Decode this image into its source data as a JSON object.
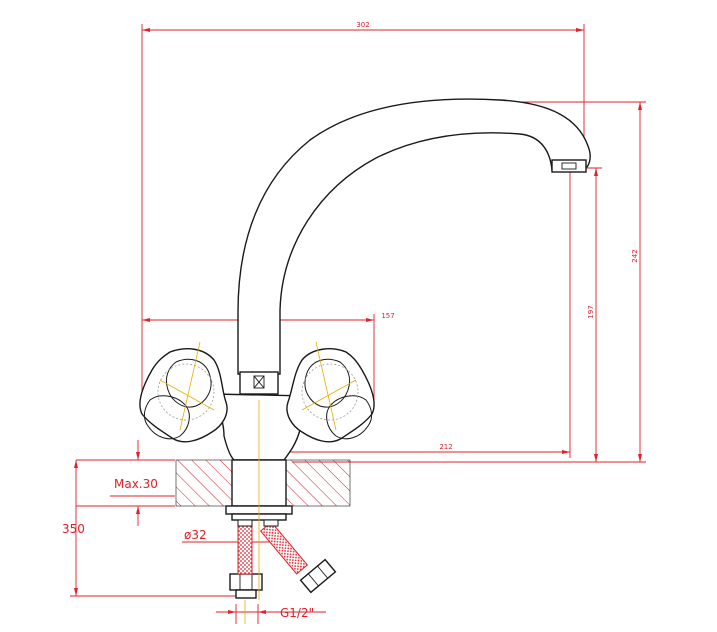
{
  "dimensions": {
    "total_width": "302",
    "handle_span": "157",
    "spout_reach": "212",
    "total_height": "242",
    "outlet_height": "197",
    "max_counter_thickness": "Max.30",
    "hose_length": "350",
    "hose_diameter": "ø32",
    "thread_size": "G1/2\""
  },
  "colors": {
    "outline": "#1a1a1a",
    "dimension": "#e0202a",
    "axis": "#e0b000",
    "hatch": "#e0202a",
    "hose": "#e0202a"
  }
}
